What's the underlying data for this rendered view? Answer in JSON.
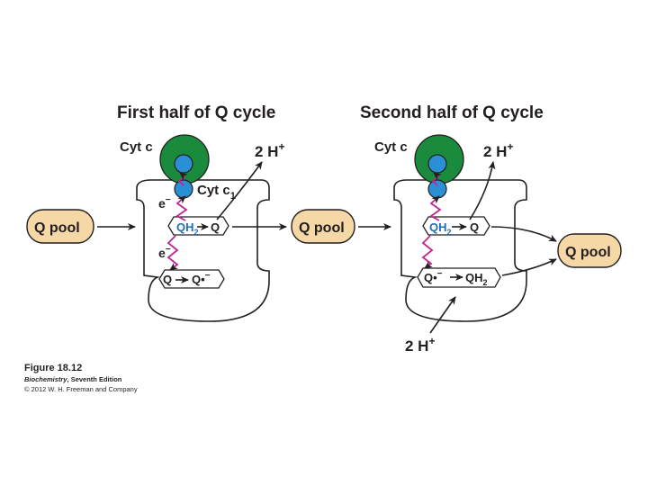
{
  "titles": {
    "left": "First half of Q cycle",
    "right": "Second half of Q cycle"
  },
  "labels": {
    "cyt_c": "Cyt c",
    "cyt_c1": "Cyt c",
    "cyt_c1_subscript": "1",
    "two_h_plus": "2 H",
    "plus": "+",
    "electron": "e",
    "minus": "−",
    "q_pool": "Q pool",
    "qh2": "QH",
    "two": "2",
    "q": "Q",
    "q_radical": "Q•",
    "arrow": "→"
  },
  "caption": {
    "figure": "Figure 18.12",
    "book": "Biochemistry",
    "edition": ", Seventh Edition",
    "copyright": "© 2012 W. H. Freeman and Company"
  },
  "colors": {
    "cyt_c_green": "#1a8a3c",
    "heme_blue": "#2a8fd4",
    "electron_path": "#c0258f",
    "outline": "#231f20",
    "qh2_text": "#1f6fb5"
  }
}
